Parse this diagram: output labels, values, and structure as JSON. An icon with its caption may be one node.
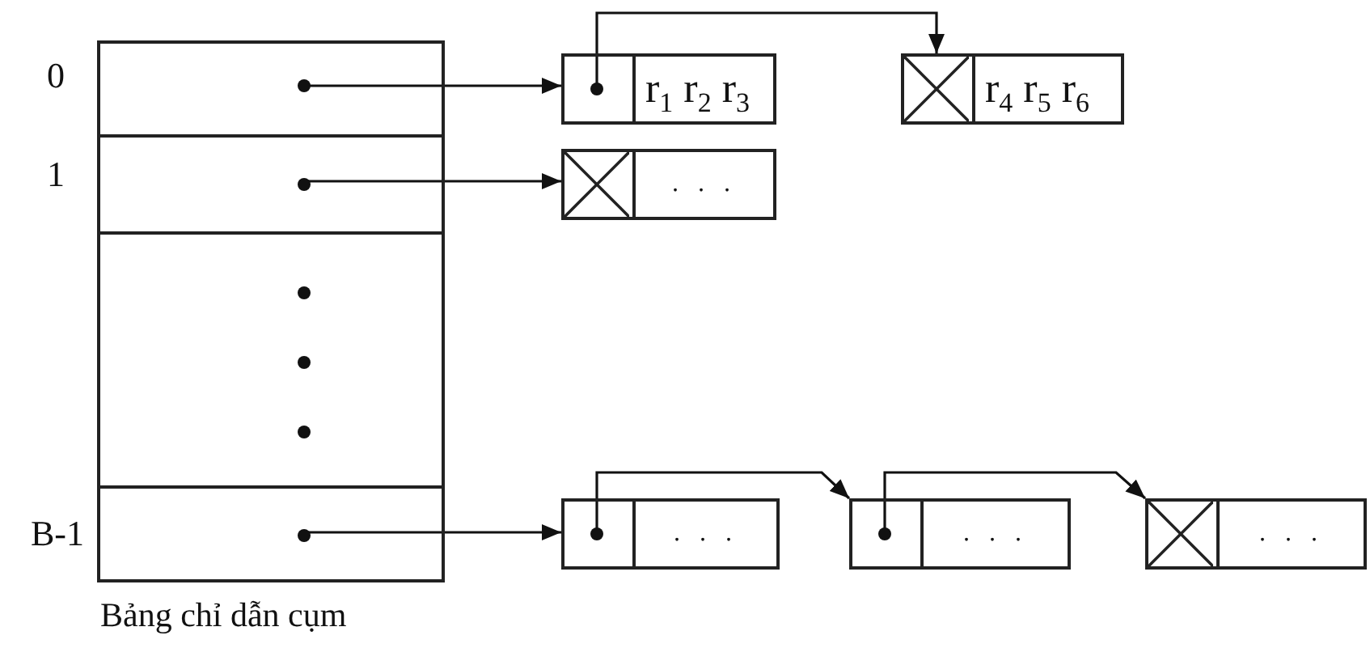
{
  "diagram": {
    "nodes": [
      {
        "text": [
          "Bảng chỉ dẫn cụm"
        ]
      },
      {
        "text": [],
        "shape": "box",
        "in": 0
      },
      {
        "text": [],
        "shape": "box",
        "in": 0
      },
      {
        "text": [],
        "shape": "box",
        "in": 0
      },
      {
        "text": [],
        "shape": "box",
        "in": 0
      },
      {
        "text": [
          "r$_{1}$ r$_{2}$ r$_{3}$"
        ]
      },
      {
        "text": [
          "r$_{4}$ r$_{5}$ r$_{6}$"
        ]
      },
      {
        "text": [
          ". . ."
        ]
      },
      {
        "text": [
          ". . ."
        ]
      },
      {
        "text": [
          ". . ."
        ]
      },
      {
        "text": [
          ". . ."
        ]
      }
    ],
    "edges": [
      {
        "from": 1,
        "to": 5,
        "arrow": "to"
      },
      {
        "from": 2,
        "to": 7,
        "arrow": "to"
      },
      {
        "from": 4,
        "to": 8,
        "arrow": "to"
      },
      {
        "from": 5,
        "to": 6,
        "arrow": "to"
      },
      {
        "from": 8,
        "to": 9,
        "arrow": "to"
      },
      {
        "from": 9,
        "to": 10,
        "arrow": "to"
      }
    ],
    "labels": [
      "0",
      "1",
      "B-1"
    ]
  }
}
